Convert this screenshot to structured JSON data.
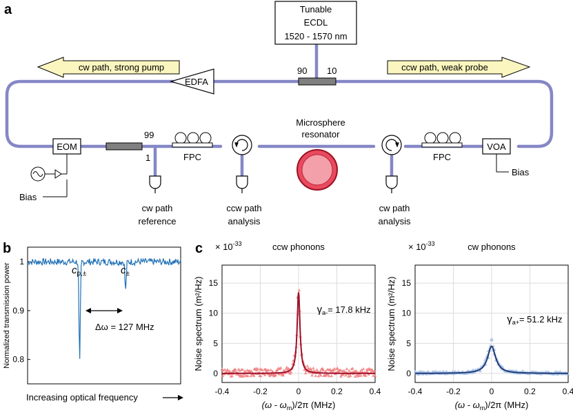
{
  "panel_a": {
    "letter": "a",
    "laser": [
      "Tunable",
      "ECDL",
      "1520 - 1570 nm"
    ],
    "coupler_top_left": "90",
    "coupler_top_right": "10",
    "arrow_left": "cw path, strong pump",
    "arrow_right": "ccw path, weak probe",
    "edfa": "EDFA",
    "eom": "EOM",
    "voa": "VOA",
    "coupler_bottom_out": "99",
    "coupler_bottom_drop": "1",
    "fpc_left": "FPC",
    "fpc_right": "FPC",
    "resonator": [
      "Microsphere",
      "resonator"
    ],
    "bias_left": "Bias",
    "bias_right": "Bias",
    "det1": [
      "cw path",
      "reference"
    ],
    "det2": [
      "ccw path",
      "analysis"
    ],
    "det3": [
      "cw path",
      "analysis"
    ]
  },
  "panel_b": {
    "letter": "b",
    "ylabel": "Normalized transmission power",
    "xlabel": "Increasing optical frequency",
    "ann_cp": "c",
    "ann_cp_sub": "p,±",
    "ann_c": "c",
    "ann_c_sub": "±",
    "ann_delta": "Δω = 127 MHz",
    "series_color": "#1f6fb5",
    "chart_data": {
      "type": "line",
      "yticks": [
        0.8,
        0.9,
        1
      ],
      "ylim": [
        0.75,
        1.03
      ],
      "x": [
        0,
        0.3,
        0.32,
        0.34,
        0.36,
        0.38,
        0.6,
        0.62,
        0.64,
        0.66,
        0.68,
        1
      ],
      "y": [
        1.0,
        1.0,
        0.99,
        0.79,
        0.99,
        1.0,
        1.0,
        0.99,
        0.94,
        0.99,
        1.0,
        1.0
      ]
    }
  },
  "panel_c": {
    "letter": "c",
    "left": {
      "title": "ccw phonons",
      "exponent": "× 10",
      "exponent_power": "-33",
      "ylabel": "Noise spectrum (m²/Hz)",
      "xlabel": "(ω - ω",
      "xlabel_sub": "m",
      "xlabel_tail": ")/2π (MHz)",
      "gamma": "γ",
      "gamma_sub": "a-",
      "gamma_val": "= 17.8 kHz",
      "data_color": "#f08080",
      "fit_color": "#a0102a",
      "chart_data": {
        "type": "line",
        "xlim": [
          -0.4,
          0.4
        ],
        "ylim": [
          -1.5,
          18
        ],
        "xticks": [
          "-0.4",
          "-0.2",
          "0",
          "0.2",
          "0.4"
        ],
        "yticks": [
          0,
          5,
          10,
          15
        ],
        "peak": 13.5,
        "linewidth_mhz": 0.0178
      }
    },
    "right": {
      "title": "cw phonons",
      "exponent": "× 10",
      "exponent_power": "-33",
      "ylabel": "Noise spectrum (m²/Hz)",
      "xlabel": "(ω - ω",
      "xlabel_sub": "m",
      "xlabel_tail": ")/2π (MHz)",
      "gamma": "γ",
      "gamma_sub": "a+",
      "gamma_val": "= 51.2 kHz",
      "data_color": "#a9c4e8",
      "fit_color": "#1f3a78",
      "chart_data": {
        "type": "line",
        "xlim": [
          -0.4,
          0.4
        ],
        "ylim": [
          -1.5,
          18
        ],
        "xticks": [
          "-0.4",
          "-0.2",
          "0",
          "0.2",
          "0.4"
        ],
        "yticks": [
          0,
          5,
          10,
          15
        ],
        "peak": 4.5,
        "linewidth_mhz": 0.0512
      }
    }
  }
}
